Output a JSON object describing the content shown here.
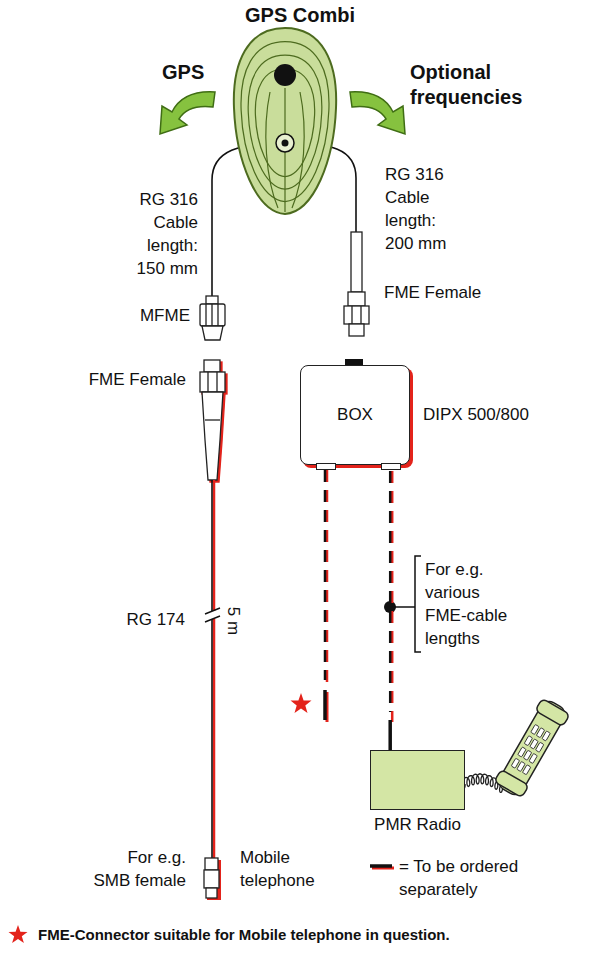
{
  "diagram": {
    "title": "GPS Combi",
    "caption": "FME-Connector suitable for Mobile telephone in question.",
    "nodes": [
      {
        "text": [
          "BOX",
          "DIPX 500/800"
        ]
      },
      {
        "text": [
          "PMR Radio"
        ]
      }
    ],
    "edges": [
      {
        "from": 0,
        "to": 1,
        "arrow": "none"
      }
    ],
    "labels": [
      "GPS",
      "Optional frequencies",
      "RG 316 Cable length: 150 mm",
      "RG 316 Cable length: 200 mm",
      "FME Female",
      "MFME",
      "FME Female",
      "RG 174",
      "5 m",
      "For e.g. various FME-cable lengths",
      "For e.g. SMB female",
      "Mobile telephone"
    ],
    "legend": [
      {
        "text": "= To be ordered separately"
      }
    ]
  }
}
